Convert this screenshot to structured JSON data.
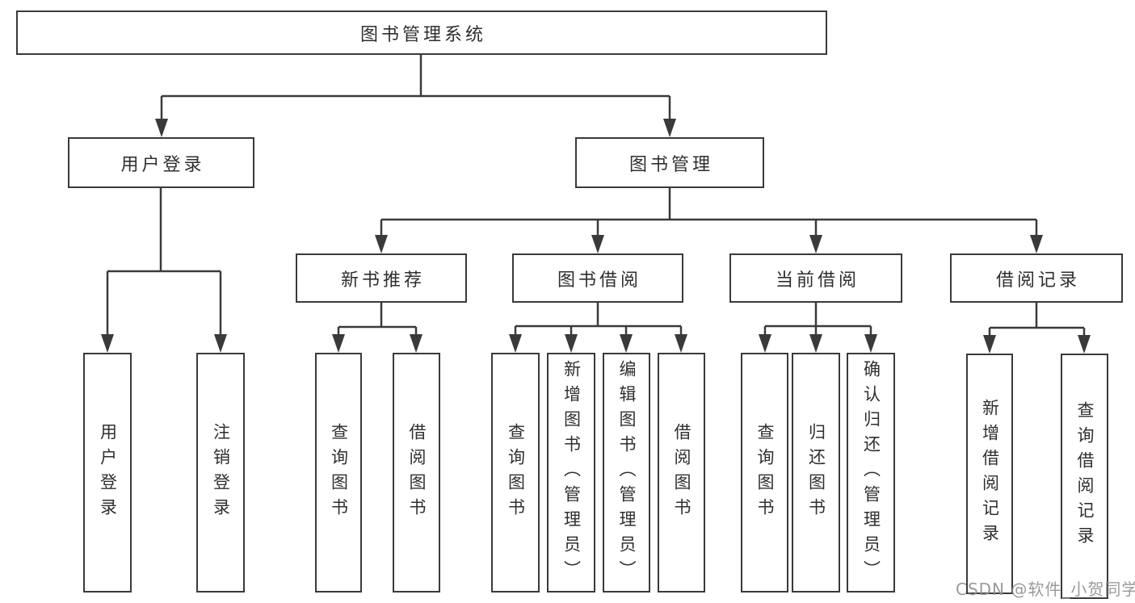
{
  "tree": {
    "label": "图书管理系统",
    "children": [
      {
        "label": "用户登录",
        "children": [
          {
            "label": "用户登录"
          },
          {
            "label": "注销登录"
          }
        ]
      },
      {
        "label": "图书管理",
        "children": [
          {
            "label": "新书推荐",
            "children": [
              {
                "label": "查询图书"
              },
              {
                "label": "借阅图书"
              }
            ]
          },
          {
            "label": "图书借阅",
            "children": [
              {
                "label": "查询图书"
              },
              {
                "label": "新增图书（管理员）"
              },
              {
                "label": "编辑图书（管理员）"
              },
              {
                "label": "借阅图书"
              }
            ]
          },
          {
            "label": "当前借阅",
            "children": [
              {
                "label": "查询图书"
              },
              {
                "label": "归还图书"
              },
              {
                "label": "确认归还（管理员）"
              }
            ]
          },
          {
            "label": "借阅记录",
            "children": [
              {
                "label": "新增借阅记录"
              },
              {
                "label": "查询借阅记录"
              }
            ]
          }
        ]
      }
    ]
  },
  "watermark": {
    "text": "CSDN @软件_小贺同学"
  },
  "colors": {
    "line": "#3a3a3a",
    "text": "#2f2f2f",
    "watermark": "#919191",
    "background": "#ffffff"
  }
}
